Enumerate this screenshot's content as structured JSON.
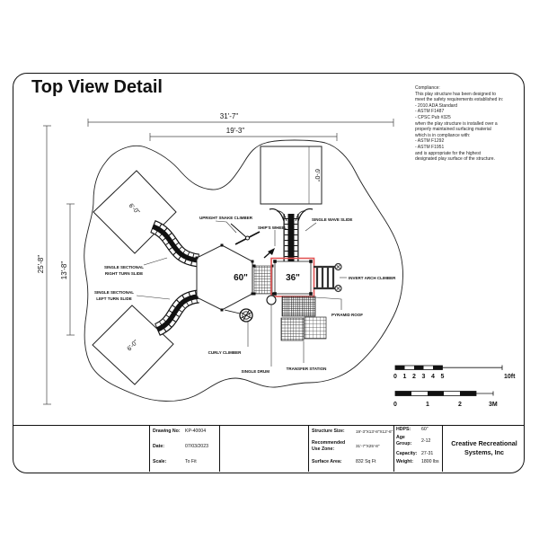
{
  "title": "Top View Detail",
  "compliance": {
    "text": "Compliance:\nThis play structure has been designed to\nmeet the safety requirements established in:\n- 2010 ADA Standard\n- ASTM F1487\n- CPSC Pub #325\nwhen the play structure is installed over a\nproperly maintained surfacing material\nwhich is in compliance with:\n- ASTM F1292\n- ASTM F1951\nand is appropriate for the highest\ndesignated play surface of the structure."
  },
  "dimensions": {
    "use_zone_width": "31'-7\"",
    "structure_width": "19'-3\"",
    "use_zone_depth": "25'-8\"",
    "structure_depth": "13'-8\"",
    "deck_top_right": "6'-0\"",
    "deck_top_left": "6'-0\"",
    "deck_bottom_left": "6'-0\""
  },
  "decks": {
    "hex_deck_height": "60\"",
    "square_deck_height": "36\""
  },
  "labels": {
    "upright_snake_climber": "UPRIGHT SNAKE CLIMBER",
    "ships_wheel": "SHIP'S WHEEL",
    "single_wave_slide": "SINGLE WAVE SLIDE",
    "right_slide_line1": "SINGLE SECTIONAL",
    "right_slide_line2": "RIGHT TURN SLIDE",
    "left_slide_line1": "SINGLE SECTIONAL",
    "left_slide_line2": "LEFT TURN SLIDE",
    "invert_arch_climber": "INVERT ARCH CLIMBER",
    "pyramid_roof": "PYRAMID ROOF",
    "curly_climber": "CURLY CLIMBER",
    "single_drum": "SINGLE DRUM",
    "transfer_station": "TRANSFER STATION"
  },
  "scale_bar": {
    "ft_ticks": [
      "0",
      "1",
      "2",
      "3",
      "4",
      "5"
    ],
    "ft_end": "10ft",
    "m_ticks": [
      "0",
      "1",
      "2"
    ],
    "m_end": "3M"
  },
  "title_block": {
    "drawing_no_label": "Drawing No:",
    "drawing_no": "KP-40004",
    "date_label": "Date:",
    "date": "07/03/2023",
    "scale_label": "Scale:",
    "scale": "To Fit",
    "structure_size_label": "Structure Size:",
    "structure_size": "19'-3\"X13'-8\"X12'-6\"",
    "use_zone_label": "Recommended Use Zone:",
    "use_zone": "31'-7\"X25'-8\"",
    "surface_area_label": "Surface Area:",
    "surface_area": "832 Sq Ft",
    "hdps_label": "HDPS:",
    "hdps": "60\"",
    "age_label": "Age Group:",
    "age": "2-12",
    "capacity_label": "Capacity:",
    "capacity": "27-31",
    "weight_label": "Weight:",
    "weight": "1800 lbs",
    "company": "Creative Recreational Systems, Inc"
  },
  "colors": {
    "deck_green": "#00cc00",
    "roof_red": "#e25555"
  }
}
